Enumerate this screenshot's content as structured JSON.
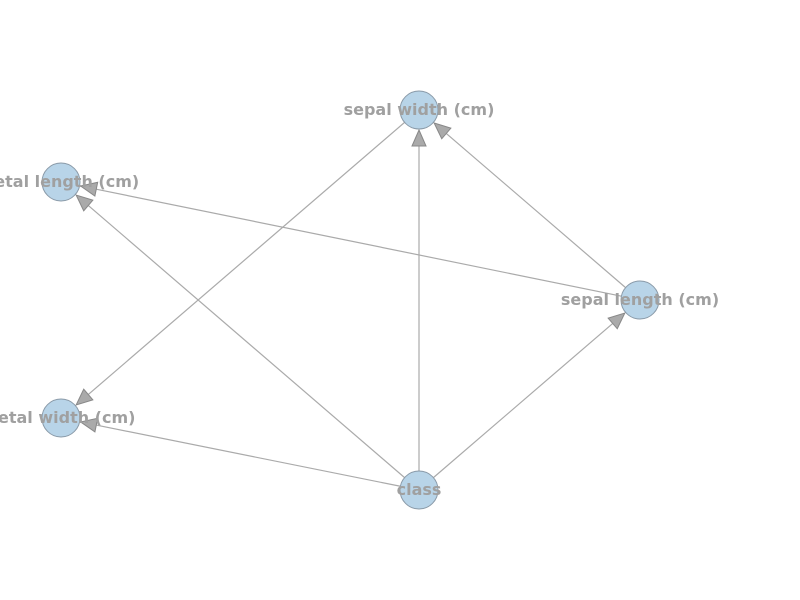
{
  "graph": {
    "nodes": [
      {
        "id": "sepal_width",
        "label": "sepal width (cm)"
      },
      {
        "id": "petal_length",
        "label": "petal length (cm)"
      },
      {
        "id": "sepal_length",
        "label": "sepal length (cm)"
      },
      {
        "id": "petal_width",
        "label": "petal width (cm)"
      },
      {
        "id": "class",
        "label": "class"
      }
    ],
    "edges": [
      {
        "from": "class",
        "to": "sepal_width"
      },
      {
        "from": "class",
        "to": "petal_length"
      },
      {
        "from": "class",
        "to": "sepal_length"
      },
      {
        "from": "class",
        "to": "petal_width"
      },
      {
        "from": "sepal_width",
        "to": "petal_width"
      },
      {
        "from": "sepal_length",
        "to": "sepal_width"
      },
      {
        "from": "sepal_length",
        "to": "petal_length"
      }
    ],
    "colors": {
      "node_fill": "#b8d4e8",
      "node_stroke": "#8a9aa8",
      "edge": "#aaaaaa",
      "label": "#a0a0a0"
    }
  }
}
